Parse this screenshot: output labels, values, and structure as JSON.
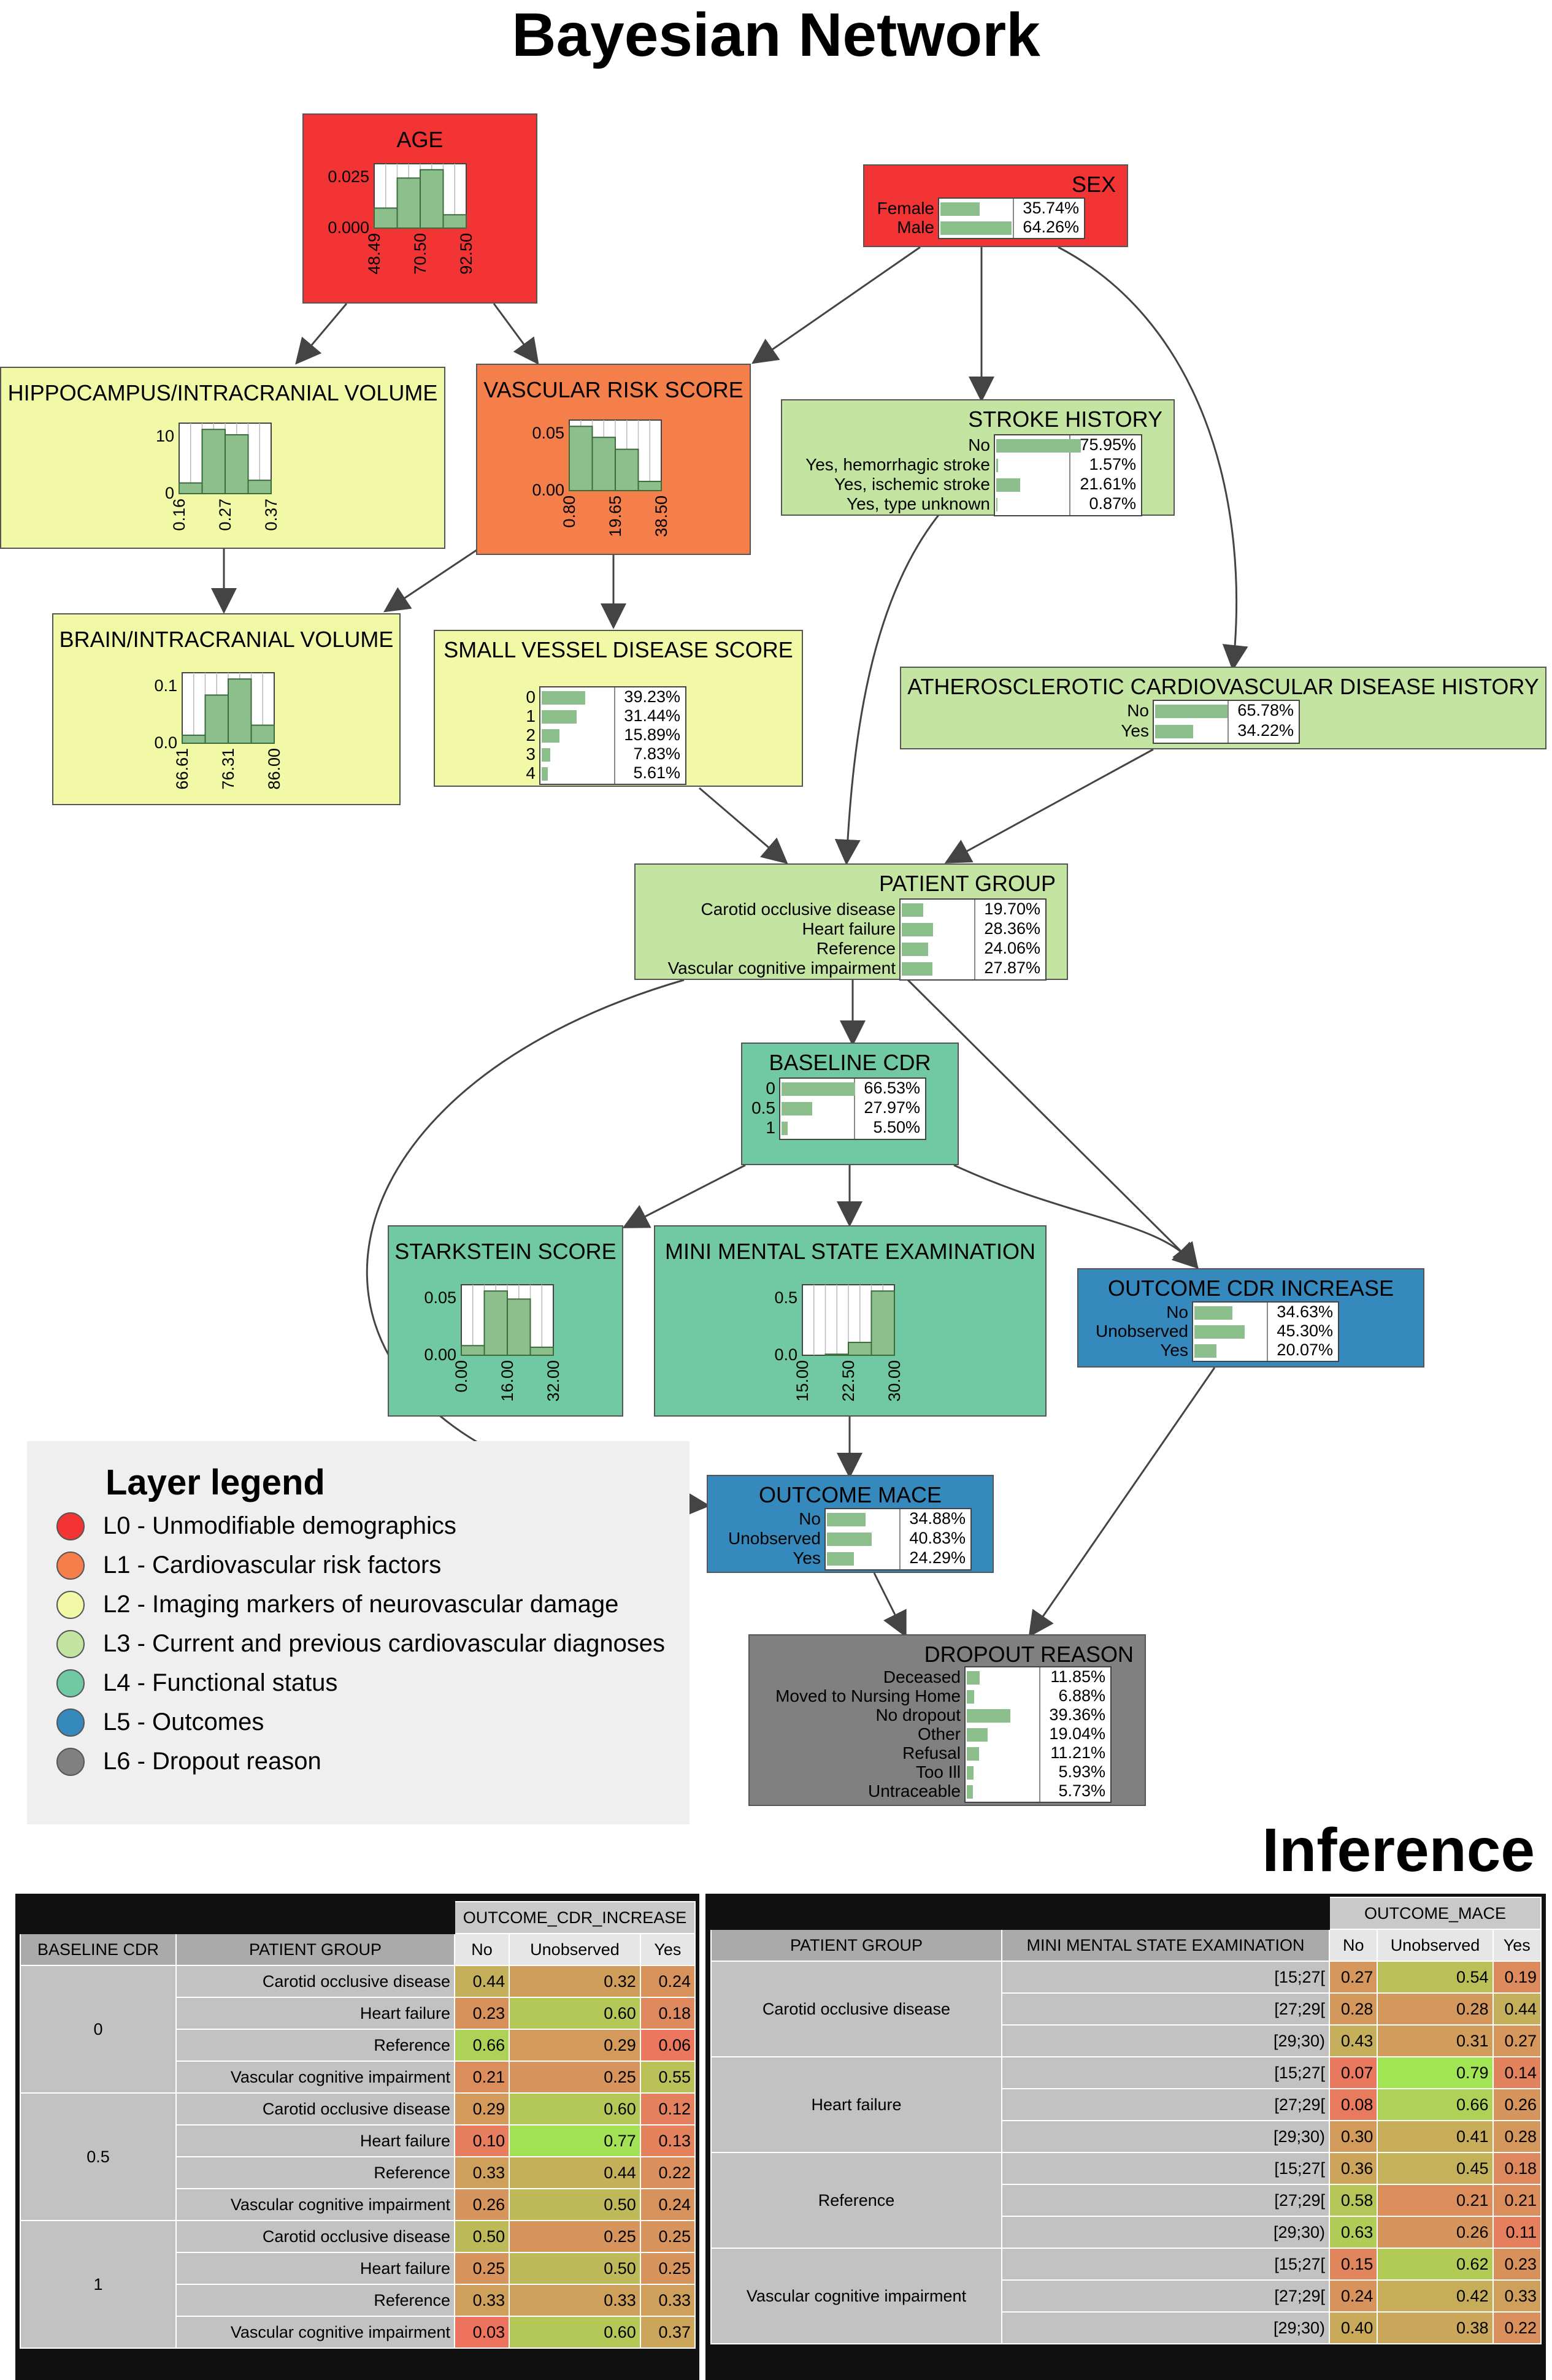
{
  "titles": {
    "main": "Bayesian Network",
    "inference": "Inference"
  },
  "colors": {
    "L0": "#f33434",
    "L1": "#f47f4b",
    "L2": "#f1f9a6",
    "L3": "#c4e4a1",
    "L4": "#70c9a3",
    "L5": "#3589bd",
    "L6": "#808080",
    "bar": "#8dbf8d"
  },
  "nodes": {
    "age": {
      "title": "AGE",
      "yticks": [
        "0.025",
        "0.000"
      ],
      "xticks": [
        "48.49",
        "70.50",
        "92.50"
      ],
      "bins": [
        0.012,
        0.03,
        0.035,
        0.008
      ]
    },
    "sex": {
      "title": "SEX",
      "states": [
        {
          "label": "Female",
          "pct": "35.74%",
          "v": 35.74
        },
        {
          "label": "Male",
          "pct": "64.26%",
          "v": 64.26
        }
      ]
    },
    "hippo": {
      "title": "HIPPOCAMPUS/INTRACRANIAL VOLUME",
      "yticks": [
        "10",
        "0"
      ],
      "xticks": [
        "0.16",
        "0.27",
        "0.37"
      ],
      "bins": [
        2,
        12,
        11,
        2.5
      ]
    },
    "vrs": {
      "title": "VASCULAR RISK SCORE",
      "yticks": [
        "0.05",
        "0.00"
      ],
      "xticks": [
        "0.80",
        "19.65",
        "38.50"
      ],
      "bins": [
        0.07,
        0.058,
        0.045,
        0.01
      ]
    },
    "stroke": {
      "title": "STROKE HISTORY",
      "states": [
        {
          "label": "No",
          "pct": "75.95%",
          "v": 75.95
        },
        {
          "label": "Yes, hemorrhagic stroke",
          "pct": "1.57%",
          "v": 1.57
        },
        {
          "label": "Yes, ischemic stroke",
          "pct": "21.61%",
          "v": 21.61
        },
        {
          "label": "Yes, type unknown",
          "pct": "0.87%",
          "v": 0.87
        }
      ]
    },
    "brain": {
      "title": "BRAIN/INTRACRANIAL VOLUME",
      "yticks": [
        "0.1",
        "0.0"
      ],
      "xticks": [
        "66.61",
        "76.31",
        "86.00"
      ],
      "bins": [
        0.02,
        0.12,
        0.16,
        0.045
      ]
    },
    "svd": {
      "title": "SMALL VESSEL DISEASE SCORE",
      "states": [
        {
          "label": "0",
          "pct": "39.23%",
          "v": 39.23
        },
        {
          "label": "1",
          "pct": "31.44%",
          "v": 31.44
        },
        {
          "label": "2",
          "pct": "15.89%",
          "v": 15.89
        },
        {
          "label": "3",
          "pct": "7.83%",
          "v": 7.83
        },
        {
          "label": "4",
          "pct": "5.61%",
          "v": 5.61
        }
      ]
    },
    "ascvd": {
      "title": "ATHEROSCLEROTIC CARDIOVASCULAR DISEASE HISTORY",
      "states": [
        {
          "label": "No",
          "pct": "65.78%",
          "v": 65.78
        },
        {
          "label": "Yes",
          "pct": "34.22%",
          "v": 34.22
        }
      ]
    },
    "pg": {
      "title": "PATIENT GROUP",
      "states": [
        {
          "label": "Carotid occlusive disease",
          "pct": "19.70%",
          "v": 19.7
        },
        {
          "label": "Heart failure",
          "pct": "28.36%",
          "v": 28.36
        },
        {
          "label": "Reference",
          "pct": "24.06%",
          "v": 24.06
        },
        {
          "label": "Vascular cognitive impairment",
          "pct": "27.87%",
          "v": 27.87
        }
      ]
    },
    "bcdr": {
      "title": "BASELINE CDR",
      "states": [
        {
          "label": "0",
          "pct": "66.53%",
          "v": 66.53
        },
        {
          "label": "0.5",
          "pct": "27.97%",
          "v": 27.97
        },
        {
          "label": "1",
          "pct": "5.50%",
          "v": 5.5
        }
      ]
    },
    "stark": {
      "title": "STARKSTEIN SCORE",
      "yticks": [
        "0.05",
        "0.00"
      ],
      "xticks": [
        "0.00",
        "16.00",
        "32.00"
      ],
      "bins": [
        0.012,
        0.08,
        0.07,
        0.01
      ]
    },
    "mmse": {
      "title": "MINI MENTAL STATE EXAMINATION",
      "yticks": [
        "0.5",
        "0.0"
      ],
      "xticks": [
        "15.00",
        "22.50",
        "30.00"
      ],
      "bins": [
        0.0,
        0.01,
        0.12,
        0.6
      ]
    },
    "ocdr": {
      "title": "OUTCOME  CDR  INCREASE",
      "states": [
        {
          "label": "No",
          "pct": "34.63%",
          "v": 34.63
        },
        {
          "label": "Unobserved",
          "pct": "45.30%",
          "v": 45.3
        },
        {
          "label": "Yes",
          "pct": "20.07%",
          "v": 20.07
        }
      ]
    },
    "omace": {
      "title": "OUTCOME  MACE",
      "states": [
        {
          "label": "No",
          "pct": "34.88%",
          "v": 34.88
        },
        {
          "label": "Unobserved",
          "pct": "40.83%",
          "v": 40.83
        },
        {
          "label": "Yes",
          "pct": "24.29%",
          "v": 24.29
        }
      ]
    },
    "dropout": {
      "title": "DROPOUT REASON",
      "states": [
        {
          "label": "Deceased",
          "pct": "11.85%",
          "v": 11.85
        },
        {
          "label": "Moved to Nursing Home",
          "pct": "6.88%",
          "v": 6.88
        },
        {
          "label": "No dropout",
          "pct": "39.36%",
          "v": 39.36
        },
        {
          "label": "Other",
          "pct": "19.04%",
          "v": 19.04
        },
        {
          "label": "Refusal",
          "pct": "11.21%",
          "v": 11.21
        },
        {
          "label": "Too Ill",
          "pct": "5.93%",
          "v": 5.93
        },
        {
          "label": "Untraceable",
          "pct": "5.73%",
          "v": 5.73
        }
      ]
    }
  },
  "legend": {
    "title": "Layer legend",
    "items": [
      {
        "label": "L0 - Unmodifiable demographics",
        "color": "#f33434"
      },
      {
        "label": "L1 - Cardiovascular risk factors",
        "color": "#f47f4b"
      },
      {
        "label": "L2 - Imaging markers of neurovascular damage",
        "color": "#f1f9a6"
      },
      {
        "label": "L3 - Current and previous cardiovascular diagnoses",
        "color": "#c4e4a1"
      },
      {
        "label": "L4 - Functional status",
        "color": "#70c9a3"
      },
      {
        "label": "L5 - Outcomes",
        "color": "#3589bd"
      },
      {
        "label": "L6 - Dropout reason",
        "color": "#808080"
      }
    ]
  },
  "inference_left": {
    "outcome": "OUTCOME_CDR_INCREASE",
    "headers": [
      "BASELINE CDR",
      "PATIENT GROUP",
      "No",
      "Unobserved",
      "Yes"
    ],
    "groups": [
      {
        "key": "0",
        "rows": [
          {
            "pg": "Carotid occlusive disease",
            "v": [
              "0.44",
              "0.32",
              "0.24"
            ]
          },
          {
            "pg": "Heart failure",
            "v": [
              "0.23",
              "0.60",
              "0.18"
            ]
          },
          {
            "pg": "Reference",
            "v": [
              "0.66",
              "0.29",
              "0.06"
            ]
          },
          {
            "pg": "Vascular cognitive impairment",
            "v": [
              "0.21",
              "0.25",
              "0.55"
            ]
          }
        ]
      },
      {
        "key": "0.5",
        "rows": [
          {
            "pg": "Carotid occlusive disease",
            "v": [
              "0.29",
              "0.60",
              "0.12"
            ]
          },
          {
            "pg": "Heart failure",
            "v": [
              "0.10",
              "0.77",
              "0.13"
            ]
          },
          {
            "pg": "Reference",
            "v": [
              "0.33",
              "0.44",
              "0.22"
            ]
          },
          {
            "pg": "Vascular cognitive impairment",
            "v": [
              "0.26",
              "0.50",
              "0.24"
            ]
          }
        ]
      },
      {
        "key": "1",
        "rows": [
          {
            "pg": "Carotid occlusive disease",
            "v": [
              "0.50",
              "0.25",
              "0.25"
            ]
          },
          {
            "pg": "Heart failure",
            "v": [
              "0.25",
              "0.50",
              "0.25"
            ]
          },
          {
            "pg": "Reference",
            "v": [
              "0.33",
              "0.33",
              "0.33"
            ]
          },
          {
            "pg": "Vascular cognitive impairment",
            "v": [
              "0.03",
              "0.60",
              "0.37"
            ]
          }
        ]
      }
    ]
  },
  "inference_right": {
    "outcome": "OUTCOME_MACE",
    "headers": [
      "PATIENT GROUP",
      "MINI MENTAL STATE EXAMINATION",
      "No",
      "Unobserved",
      "Yes"
    ],
    "groups": [
      {
        "key": "Carotid occlusive disease",
        "rows": [
          {
            "pg": "[15;27[",
            "v": [
              "0.27",
              "0.54",
              "0.19"
            ]
          },
          {
            "pg": "[27;29[",
            "v": [
              "0.28",
              "0.28",
              "0.44"
            ]
          },
          {
            "pg": "[29;30)",
            "v": [
              "0.43",
              "0.31",
              "0.27"
            ]
          }
        ]
      },
      {
        "key": "Heart failure",
        "rows": [
          {
            "pg": "[15;27[",
            "v": [
              "0.07",
              "0.79",
              "0.14"
            ]
          },
          {
            "pg": "[27;29[",
            "v": [
              "0.08",
              "0.66",
              "0.26"
            ]
          },
          {
            "pg": "[29;30)",
            "v": [
              "0.30",
              "0.41",
              "0.28"
            ]
          }
        ]
      },
      {
        "key": "Reference",
        "rows": [
          {
            "pg": "[15;27[",
            "v": [
              "0.36",
              "0.45",
              "0.18"
            ]
          },
          {
            "pg": "[27;29[",
            "v": [
              "0.58",
              "0.21",
              "0.21"
            ]
          },
          {
            "pg": "[29;30)",
            "v": [
              "0.63",
              "0.26",
              "0.11"
            ]
          }
        ]
      },
      {
        "key": "Vascular cognitive impairment",
        "rows": [
          {
            "pg": "[15;27[",
            "v": [
              "0.15",
              "0.62",
              "0.23"
            ]
          },
          {
            "pg": "[27;29[",
            "v": [
              "0.24",
              "0.42",
              "0.33"
            ]
          },
          {
            "pg": "[29;30)",
            "v": [
              "0.40",
              "0.38",
              "0.22"
            ]
          }
        ]
      }
    ]
  }
}
